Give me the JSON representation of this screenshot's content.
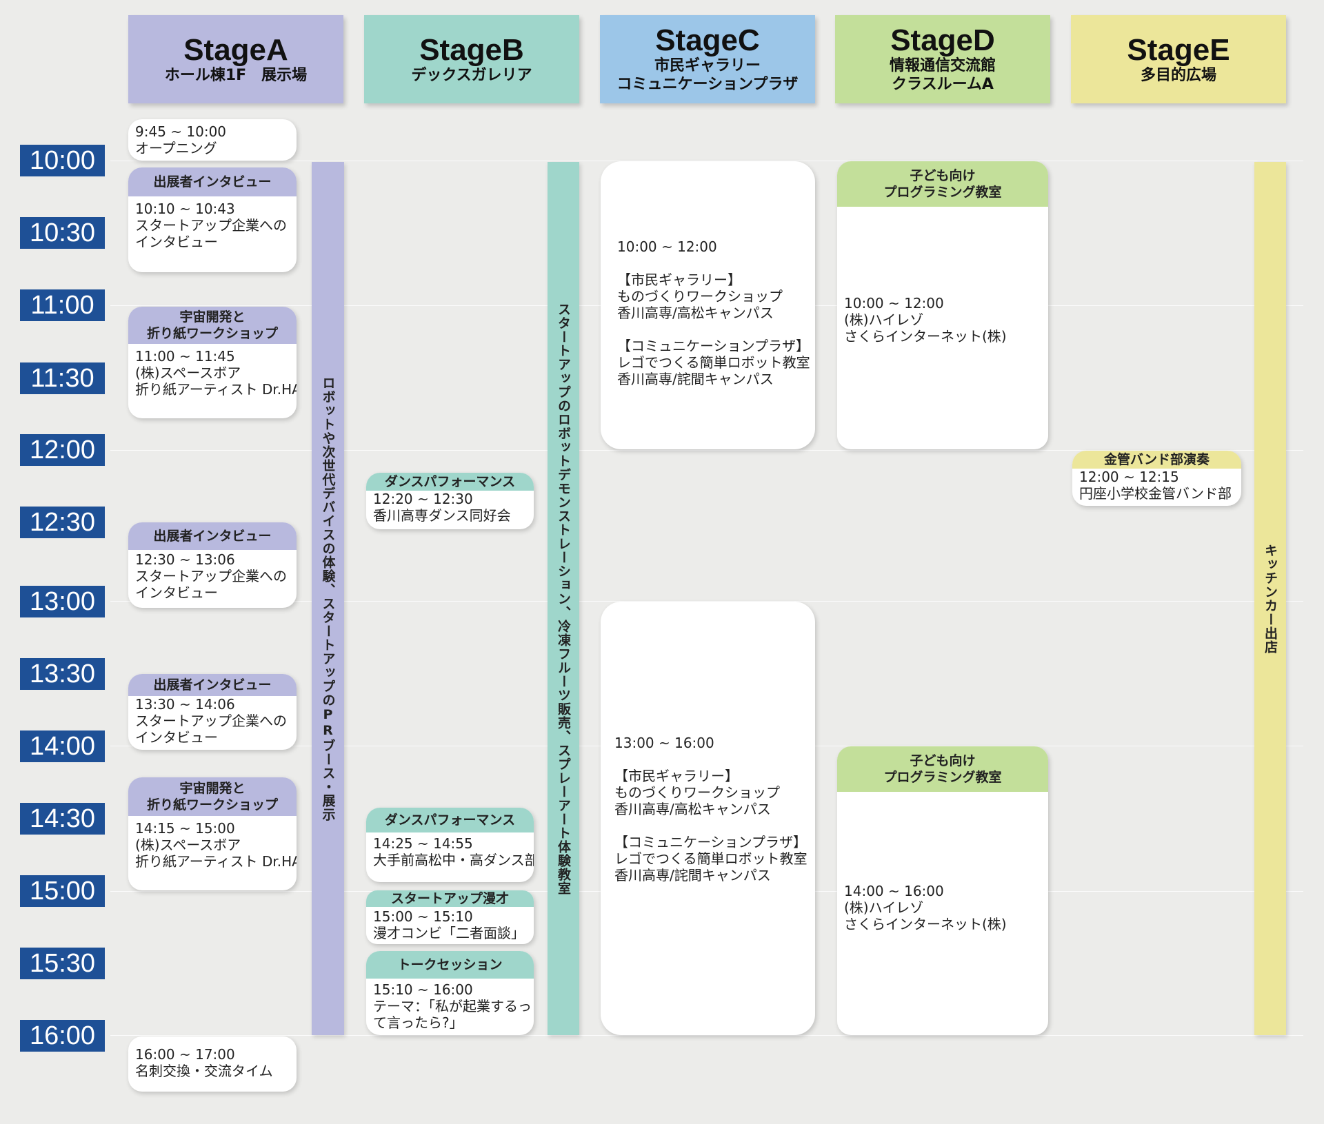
{
  "colors": {
    "stage_a": "#b8b9de",
    "stage_b": "#9fd6cb",
    "stage_c": "#9cc6e8",
    "stage_d": "#c3df9a",
    "stage_e": "#ece69a",
    "time_label_bg": "#1e5096",
    "background": "#ececea"
  },
  "stages": [
    {
      "name": "StageA",
      "sub1": "ホール棟1F　展示場",
      "sub2": ""
    },
    {
      "name": "StageB",
      "sub1": "デックスガレリア",
      "sub2": ""
    },
    {
      "name": "StageC",
      "sub1": "市民ギャラリー",
      "sub2": "コミュニケーションプラザ"
    },
    {
      "name": "StageD",
      "sub1": "情報通信交流館",
      "sub2": "クラスルームA"
    },
    {
      "name": "StageE",
      "sub1": "多目的広場",
      "sub2": ""
    }
  ],
  "times": [
    "10:00",
    "10:30",
    "11:00",
    "11:30",
    "12:00",
    "12:30",
    "13:00",
    "13:30",
    "14:00",
    "14:30",
    "15:00",
    "15:30",
    "16:00"
  ],
  "stage_a": {
    "opening": {
      "time": "9:45 ~ 10:00",
      "text": "オープニング"
    },
    "events": [
      {
        "title1": "出展者インタビュー",
        "title2": "",
        "lines": [
          "10:10 ~ 10:43",
          "スタートアップ企業への",
          "インタビュー"
        ]
      },
      {
        "title1": "宇宙開発と",
        "title2": "折り紙ワークショップ",
        "lines": [
          "11:00 ~ 11:45",
          "(株)スペースボア",
          "折り紙アーティスト Dr.HAL"
        ]
      },
      {
        "title1": "出展者インタビュー",
        "title2": "",
        "lines": [
          "12:30 ~ 13:06",
          "スタートアップ企業への",
          "インタビュー"
        ]
      },
      {
        "title1": "出展者インタビュー",
        "title2": "",
        "lines": [
          "13:30 ~ 14:06",
          "スタートアップ企業への",
          "インタビュー"
        ]
      },
      {
        "title1": "宇宙開発と",
        "title2": "折り紙ワークショップ",
        "lines": [
          "14:15 ~ 15:00",
          "(株)スペースボア",
          "折り紙アーティスト Dr.HAL"
        ]
      }
    ],
    "closing": {
      "time": "16:00 ~ 17:00",
      "text": "名刺交換・交流タイム"
    },
    "side_bar": "ロボットや次世代デバイスの体験、スタートアップのPRブース・展示"
  },
  "stage_b": {
    "events": [
      {
        "title": "ダンスパフォーマンス",
        "lines": [
          "12:20 ~ 12:30",
          "香川高専ダンス同好会"
        ]
      },
      {
        "title": "ダンスパフォーマンス",
        "lines": [
          "14:25 ~ 14:55",
          "大手前高松中・高ダンス部"
        ]
      },
      {
        "title": "スタートアップ漫才",
        "lines": [
          "15:00 ~ 15:10",
          "漫才コンビ「二者面談」"
        ]
      },
      {
        "title": "トークセッション",
        "lines": [
          "15:10 ~ 16:00",
          "テーマ：「私が起業するっ",
          "て言ったら?」"
        ]
      }
    ],
    "side_bar": "スタートアップのロボットデモンストレーション、冷凍フルーツ販売、スプレーアート体験教室"
  },
  "stage_c": {
    "blocks": [
      {
        "lines": [
          "10:00 ~ 12:00",
          "",
          "【市民ギャラリー】",
          "ものづくりワークショップ",
          "香川高専/高松キャンパス",
          "",
          "【コミュニケーションプラザ】",
          "レゴでつくる簡単ロボット教室",
          "香川高専/詫間キャンパス"
        ]
      },
      {
        "lines": [
          "13:00 ~ 16:00",
          "",
          "【市民ギャラリー】",
          "ものづくりワークショップ",
          "香川高専/高松キャンパス",
          "",
          "【コミュニケーションプラザ】",
          "レゴでつくる簡単ロボット教室",
          "香川高専/詫間キャンパス"
        ]
      }
    ]
  },
  "stage_d": {
    "events": [
      {
        "title1": "子ども向け",
        "title2": "プログラミング教室",
        "lines": [
          "10:00 ~ 12:00",
          "(株)ハイレゾ",
          "さくらインターネット(株)"
        ]
      },
      {
        "title1": "子ども向け",
        "title2": "プログラミング教室",
        "lines": [
          "14:00 ~ 16:00",
          "(株)ハイレゾ",
          "さくらインターネット(株)"
        ]
      }
    ]
  },
  "stage_e": {
    "event": {
      "title": "金管バンド部演奏",
      "lines": [
        "12:00 ~ 12:15",
        "円座小学校金管バンド部"
      ]
    },
    "side_bar": "キッチンカー出店"
  }
}
